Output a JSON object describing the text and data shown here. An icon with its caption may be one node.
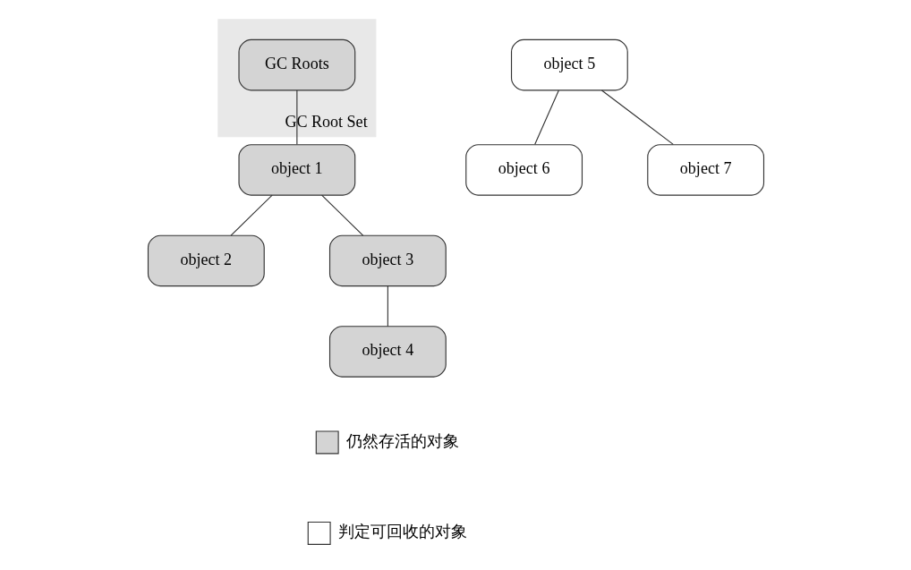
{
  "diagram": {
    "nodes": [
      {
        "text": [
          "GC Root Set"
        ]
      },
      {
        "text": [
          "GC Roots"
        ],
        "in": 0
      },
      {
        "text": [
          "object 1"
        ]
      },
      {
        "text": [
          "object 2"
        ]
      },
      {
        "text": [
          "object 3"
        ]
      },
      {
        "text": [
          "object 4"
        ]
      },
      {
        "text": [
          "object 5"
        ]
      },
      {
        "text": [
          "object 6"
        ]
      },
      {
        "text": [
          "object 7"
        ]
      }
    ],
    "edges": [
      {
        "from": 1,
        "to": 2,
        "arrow": "none"
      },
      {
        "from": 2,
        "to": 3,
        "arrow": "none"
      },
      {
        "from": 2,
        "to": 4,
        "arrow": "none"
      },
      {
        "from": 4,
        "to": 5,
        "arrow": "none"
      },
      {
        "from": 6,
        "to": 7,
        "arrow": "none"
      },
      {
        "from": 6,
        "to": 8,
        "arrow": "none"
      }
    ],
    "legend": [
      {
        "text": "仍然存活的对象",
        "color": "#d4d4d4"
      },
      {
        "text": "判定可回收的对象",
        "color": "#ffffff"
      }
    ]
  }
}
